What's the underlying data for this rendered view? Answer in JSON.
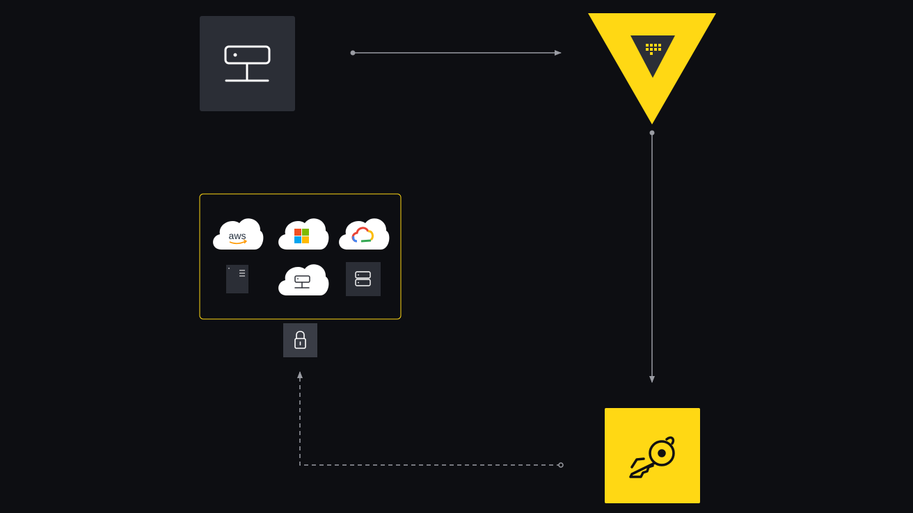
{
  "colors": {
    "background": "#0d0e12",
    "node_dark": "#2b2e36",
    "node_light": "#3a3d46",
    "vault_yellow": "#ffd814",
    "connector": "#9a9ca3",
    "group_border": "#ffd814",
    "cloud_fill": "#ffffff",
    "line_white": "#ffffff"
  },
  "nodes": {
    "client": {
      "icon": "server-client-icon"
    },
    "vault": {
      "icon": "vault-logo-icon"
    },
    "dynamic_secret": {
      "icon": "keys-icon"
    },
    "target_group": {
      "items": [
        {
          "icon": "aws-cloud-icon",
          "label": "aws"
        },
        {
          "icon": "microsoft-azure-cloud-icon"
        },
        {
          "icon": "google-cloud-icon"
        },
        {
          "icon": "database-document-icon"
        },
        {
          "icon": "private-cloud-server-icon"
        },
        {
          "icon": "server-rack-icon"
        }
      ]
    },
    "lock": {
      "icon": "lock-icon"
    }
  },
  "edges": [
    {
      "from": "client",
      "to": "vault",
      "style": "solid"
    },
    {
      "from": "vault",
      "to": "dynamic_secret",
      "style": "solid"
    },
    {
      "from": "dynamic_secret",
      "to": "lock",
      "style": "dashed"
    }
  ]
}
